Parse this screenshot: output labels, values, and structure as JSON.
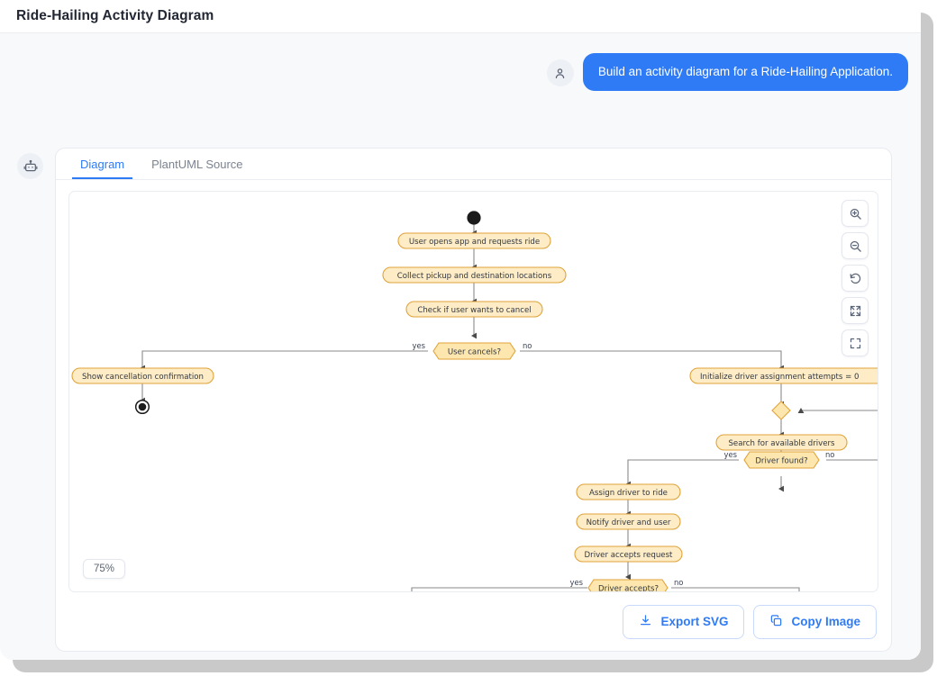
{
  "window": {
    "title": "Ride-Hailing Activity Diagram"
  },
  "chat": {
    "avatar_icon": "user-icon",
    "bot_icon": "robot-icon",
    "user_message": "Build an activity diagram for a Ride-Hailing Application."
  },
  "card": {
    "tabs": [
      {
        "label": "Diagram",
        "active": true
      },
      {
        "label": "PlantUML Source",
        "active": false
      }
    ],
    "zoom_level": "75%",
    "tools": [
      {
        "name": "zoom-in-icon",
        "title": "Zoom in"
      },
      {
        "name": "zoom-out-icon",
        "title": "Zoom out"
      },
      {
        "name": "reset-icon",
        "title": "Reset view"
      },
      {
        "name": "fit-screen-icon",
        "title": "Fit to screen"
      },
      {
        "name": "fullscreen-icon",
        "title": "Fullscreen"
      }
    ],
    "actions": [
      {
        "label": "Export SVG",
        "icon": "download-icon"
      },
      {
        "label": "Copy Image",
        "icon": "copy-icon"
      }
    ]
  },
  "colors": {
    "accent": "#2f7bf6",
    "node_fill": "#fdecc6",
    "node_stroke": "#e0a33a",
    "decision_fill": "#fde7ae",
    "edge": "#7b7b7b",
    "page_bg": "#f8f9fb"
  },
  "diagram": {
    "type": "activity",
    "nodes": [
      {
        "id": "start",
        "kind": "start"
      },
      {
        "id": "a1",
        "kind": "action",
        "label": "User opens app and requests ride"
      },
      {
        "id": "a2",
        "kind": "action",
        "label": "Collect pickup and destination locations"
      },
      {
        "id": "a3",
        "kind": "action",
        "label": "Check if user wants to cancel"
      },
      {
        "id": "d1",
        "kind": "decision",
        "label": "User cancels?"
      },
      {
        "id": "a4",
        "kind": "action",
        "label": "Show cancellation confirmation"
      },
      {
        "id": "end1",
        "kind": "end"
      },
      {
        "id": "a5",
        "kind": "action",
        "label": "Initialize driver assignment attempts = 0"
      },
      {
        "id": "m1",
        "kind": "merge"
      },
      {
        "id": "a6",
        "kind": "action",
        "label": "Search for available drivers"
      },
      {
        "id": "d2",
        "kind": "decision",
        "label": "Driver found?"
      },
      {
        "id": "a7",
        "kind": "action",
        "label": "Assign driver to ride"
      },
      {
        "id": "a8",
        "kind": "action",
        "label": "Notify driver and user"
      },
      {
        "id": "a9",
        "kind": "action",
        "label": "Driver accepts request"
      },
      {
        "id": "d3",
        "kind": "decision",
        "label": "Driver accepts?"
      }
    ],
    "edge_labels": {
      "d1_yes": "yes",
      "d1_no": "no",
      "d2_yes": "yes",
      "d2_no": "no",
      "d3_yes": "yes",
      "d3_no": "no"
    }
  }
}
